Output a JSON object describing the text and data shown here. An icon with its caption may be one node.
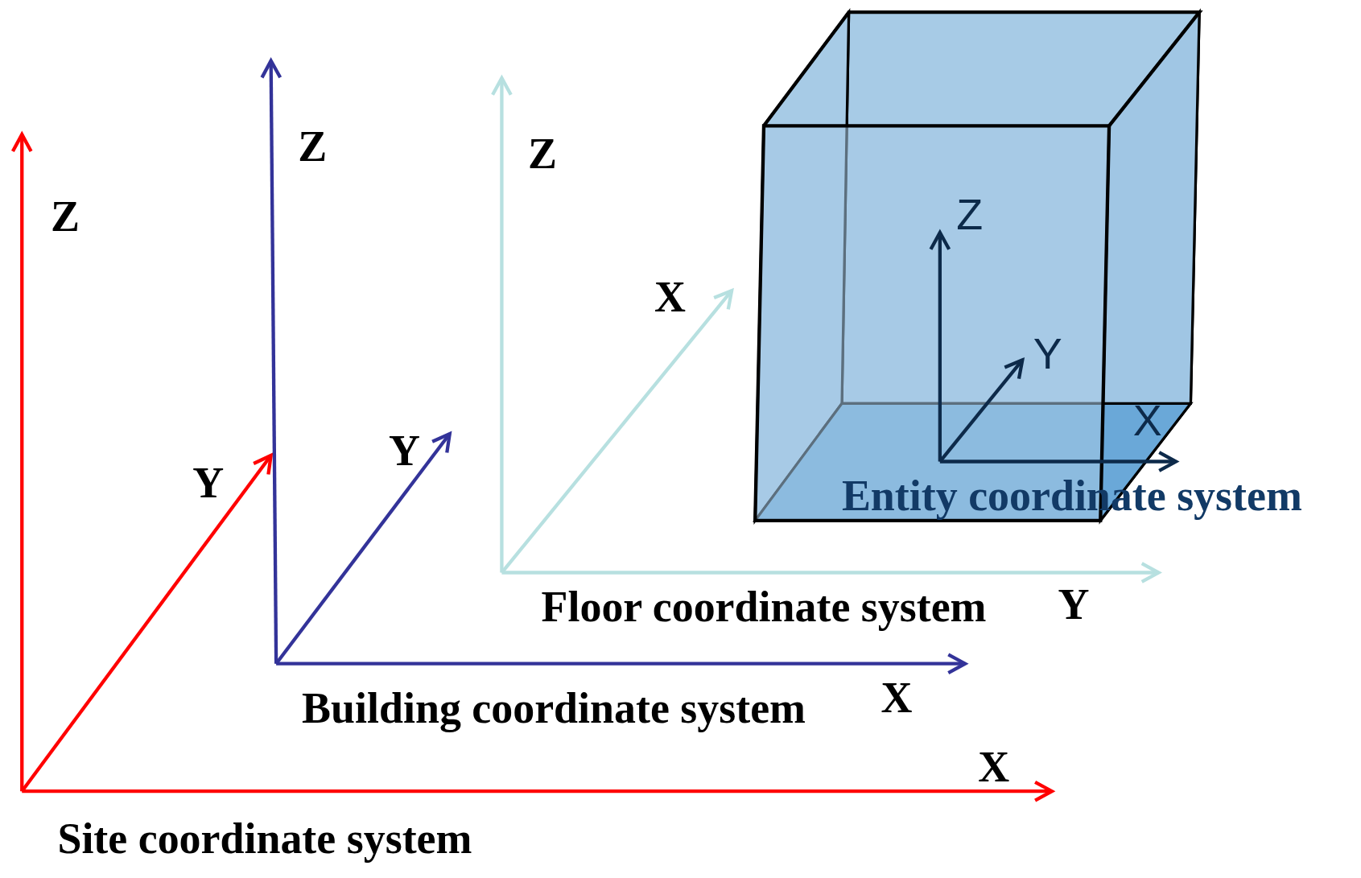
{
  "diagram": {
    "labels": [
      "Z",
      "Z",
      "Z",
      "Z",
      "X",
      "Y",
      "Y",
      "X",
      "Y",
      "Entity coordinate system",
      "Floor coordinate system",
      "Y",
      "Building coordinate system",
      "X",
      "X",
      "Site coordinate system"
    ]
  }
}
